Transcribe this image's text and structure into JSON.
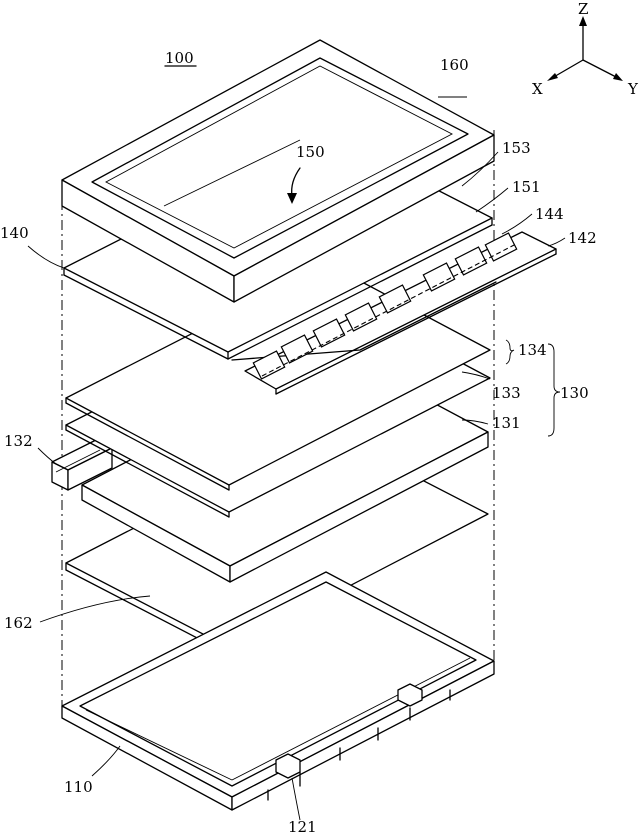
{
  "labels": {
    "ref_100": "100",
    "ref_160": "160",
    "ref_150": "150",
    "ref_153": "153",
    "ref_151": "151",
    "ref_144": "144",
    "ref_142": "142",
    "ref_140": "140",
    "ref_134": "134",
    "ref_133": "133",
    "ref_130": "130",
    "ref_131": "131",
    "ref_132": "132",
    "ref_162": "162",
    "ref_110": "110",
    "ref_121": "121"
  },
  "axes": {
    "z": "Z",
    "x": "X",
    "y": "Y"
  }
}
